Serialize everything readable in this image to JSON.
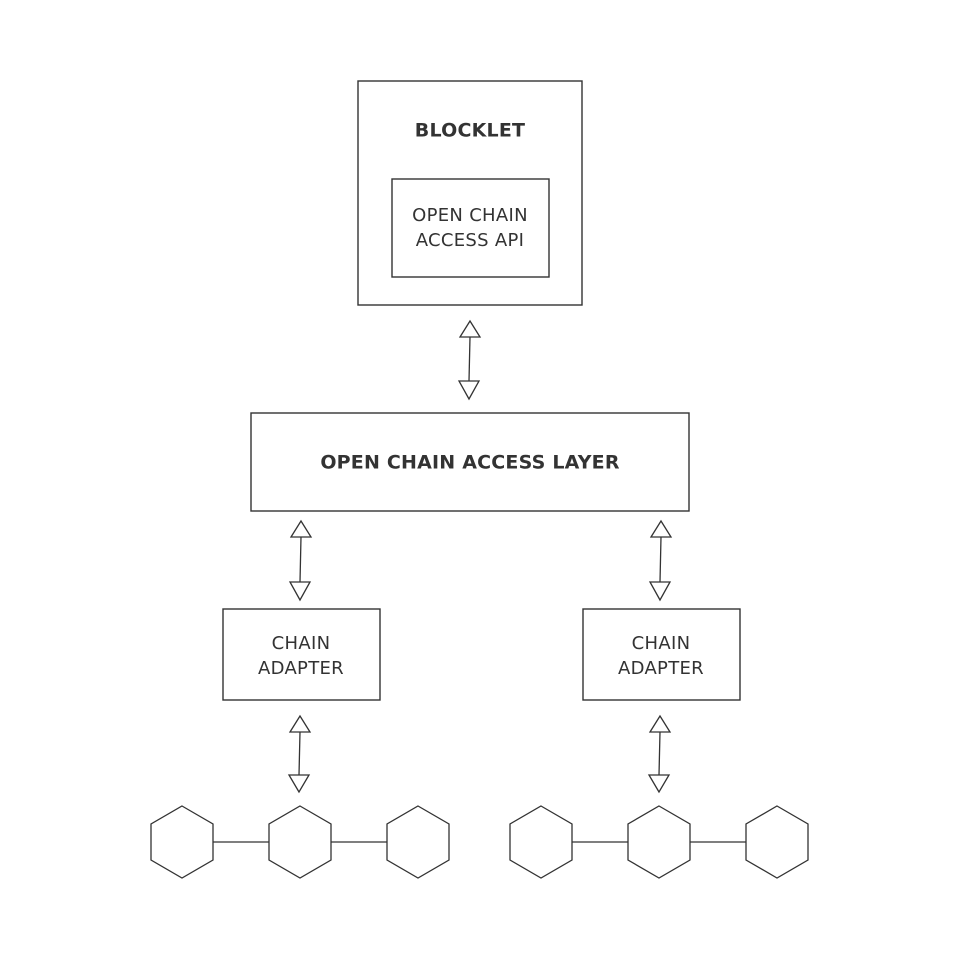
{
  "blocklet": {
    "title": "BLOCKLET",
    "api_line1": "OPEN CHAIN",
    "api_line2": "ACCESS API"
  },
  "access_layer": {
    "title": "OPEN CHAIN ACCESS LAYER"
  },
  "adapters": [
    {
      "line1": "CHAIN",
      "line2": "ADAPTER"
    },
    {
      "line1": "CHAIN",
      "line2": "ADAPTER"
    }
  ],
  "chains": [
    {
      "node_count": 3
    },
    {
      "node_count": 3
    }
  ]
}
